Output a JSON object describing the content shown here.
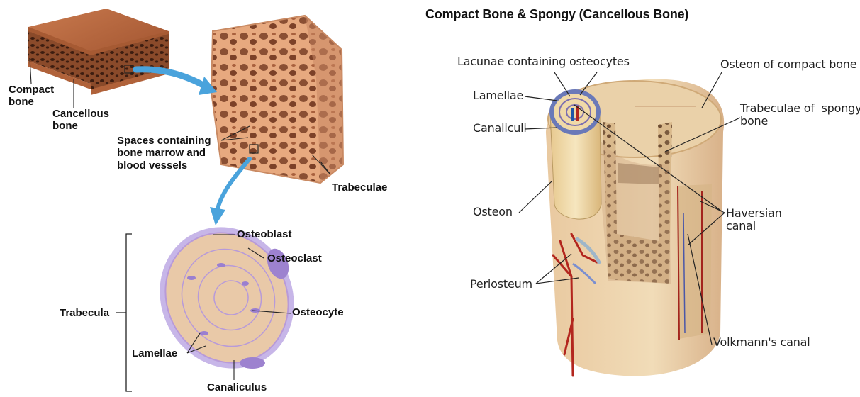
{
  "title": "Compact Bone & Spongy (Cancellous Bone)",
  "left_labels": {
    "compact_bone": "Compact\nbone",
    "cancellous_bone": "Cancellous\nbone",
    "spaces": "Spaces containing\nbone marrow and\nblood vessels",
    "trabeculae": "Trabeculae",
    "osteoblast": "Osteoblast",
    "osteoclast": "Osteoclast",
    "trabecula": "Trabecula",
    "osteocyte": "Osteocyte",
    "lamellae": "Lamellae",
    "canaliculus": "Canaliculus"
  },
  "right_labels": {
    "lacunae": "Lacunae containing osteocytes",
    "lamellae": "Lamellae",
    "canaliculi": "Canaliculi",
    "osteon": "Osteon",
    "periosteum": "Periosteum",
    "osteon_compact": "Osteon of compact bone",
    "trabeculae_spongy": "Trabeculae of  spongy\nbone",
    "haversian": "Haversian\ncanal",
    "volkmann": "Volkmann's canal"
  },
  "colors": {
    "bone_top": "#b5643c",
    "spongy": "#e2a57c",
    "cell": "#e9c9a8",
    "membrane": "#a88fd6",
    "arrow": "#4aa3dc",
    "cylinder": "#e8cf9a",
    "vessel": "#b3261e"
  }
}
